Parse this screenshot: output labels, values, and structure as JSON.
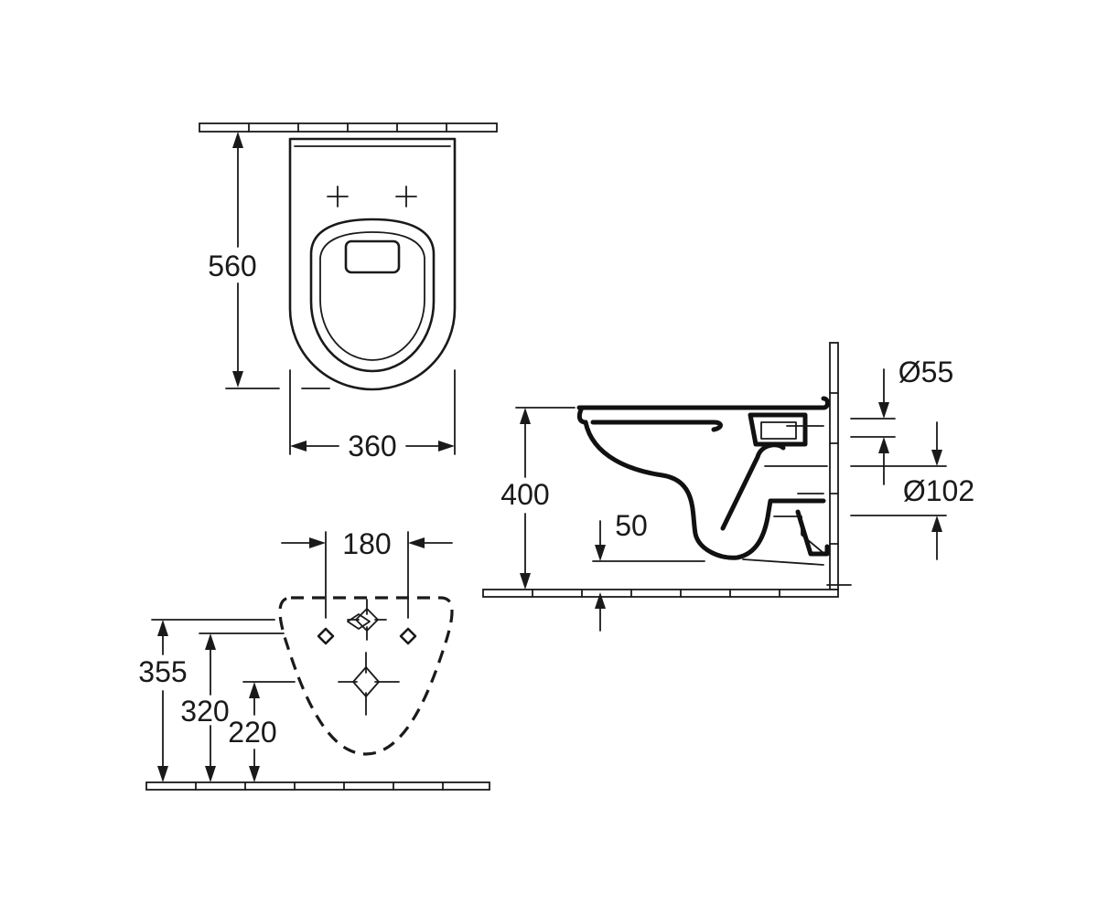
{
  "colors": {
    "background": "#ffffff",
    "line": "#1a1a1a"
  },
  "top_view": {
    "depth_label": "560",
    "width_label": "360"
  },
  "rear_view": {
    "hole_spacing_label": "180",
    "height_label_outer": "355",
    "height_label_middle": "320",
    "height_label_inner": "220"
  },
  "side_view": {
    "height_label": "400",
    "offset_label": "50",
    "small_pipe_label": "Ø55",
    "large_pipe_label": "Ø102"
  }
}
